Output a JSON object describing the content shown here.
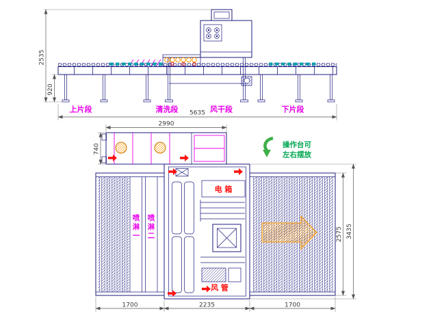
{
  "colors": {
    "line_navy": "#1b1b7e",
    "label_magenta": "#e800e8",
    "label_red": "#ff1111",
    "note_green": "#00a650",
    "hatch_orange": "#ff9900",
    "dimension_text": "#3a3a3a"
  },
  "elevation": {
    "dims": {
      "total_height": "2535",
      "conveyor_height": "920",
      "total_length": "5635"
    },
    "sections": [
      {
        "label": "上片段"
      },
      {
        "label": "清洗段"
      },
      {
        "label": "风干段"
      },
      {
        "label": "下片段"
      }
    ]
  },
  "front_view": {
    "dims": {
      "width": "2990",
      "height": "740"
    }
  },
  "note": {
    "line1": "操作台可",
    "line2": "左右摆放"
  },
  "plan": {
    "electrical_box": "电 箱",
    "air_duct": "风 管",
    "spray1": [
      "喷",
      "淋",
      "一"
    ],
    "spray2": [
      "喷",
      "淋",
      "二"
    ],
    "dims": {
      "left_section": "1700",
      "center_section": "2235",
      "right_section": "1700",
      "inner_width": "2575",
      "outer_width": "3435"
    }
  }
}
